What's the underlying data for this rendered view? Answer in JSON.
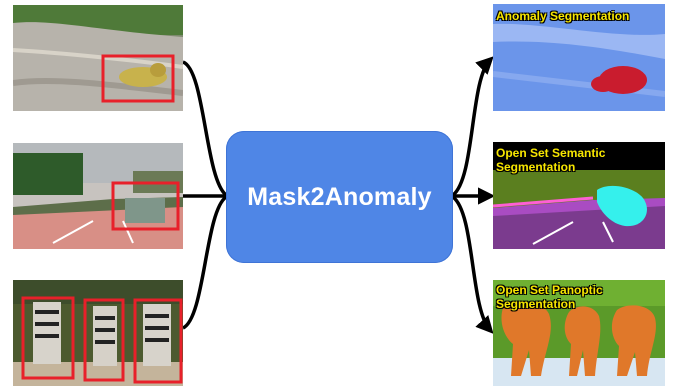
{
  "center": {
    "label": "Mask2Anomaly"
  },
  "inputs": [
    {
      "name": "road-with-toy-animal"
    },
    {
      "name": "street-scene-with-shopping-cart"
    },
    {
      "name": "zebras-in-field"
    }
  ],
  "outputs": [
    {
      "label": "Anomaly Segmentation"
    },
    {
      "label": "Open Set Semantic Segmentation"
    },
    {
      "label": "Open Set Panoptic Segmentation"
    }
  ],
  "colors": {
    "center_box": "#4f86e6",
    "highlight_box": "#e8202a",
    "label_text": "#f7e600",
    "connector": "#000000"
  }
}
